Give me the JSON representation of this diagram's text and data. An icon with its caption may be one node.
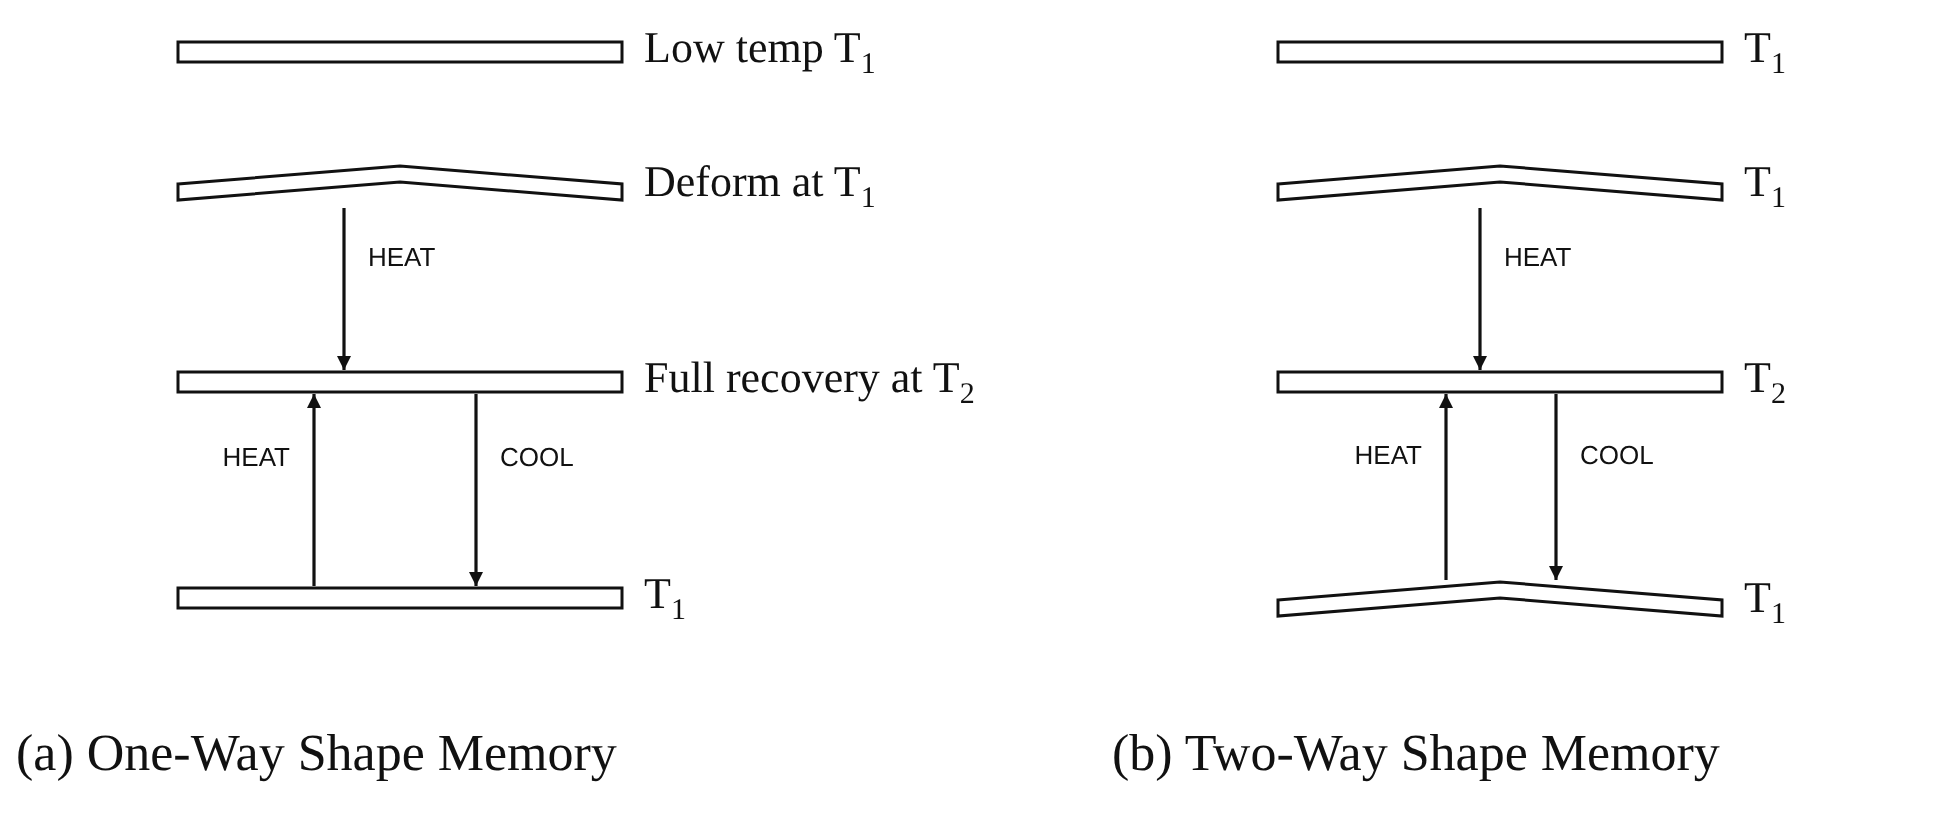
{
  "diagram": {
    "nodes": [
      {
        "text": [],
        "shape": "bar",
        "beside": [
          "Low temp T$_{1}$"
        ]
      },
      {
        "text": [],
        "shape": "bar",
        "beside": [
          "Deform at T$_{1}$"
        ]
      },
      {
        "text": [],
        "shape": "bar",
        "beside": [
          "Full recovery at T$_{2}$"
        ]
      },
      {
        "text": [],
        "shape": "bar",
        "beside": [
          "T$_{1}$"
        ]
      },
      {
        "text": [],
        "shape": "bar",
        "beside": [
          "T$_{1}$"
        ]
      },
      {
        "text": [],
        "shape": "bar",
        "beside": [
          "T$_{1}$"
        ]
      },
      {
        "text": [],
        "shape": "bar",
        "beside": [
          "T$_{2}$"
        ]
      },
      {
        "text": [],
        "shape": "bar",
        "beside": [
          "T$_{1}$"
        ]
      }
    ],
    "edges": [
      {
        "from": 1,
        "to": 2,
        "arrow": "to",
        "label": "HEAT"
      },
      {
        "from": 3,
        "to": 2,
        "arrow": "to",
        "label": "HEAT"
      },
      {
        "from": 2,
        "to": 3,
        "arrow": "to",
        "label": "COOL"
      },
      {
        "from": 5,
        "to": 6,
        "arrow": "to",
        "label": "HEAT"
      },
      {
        "from": 7,
        "to": 6,
        "arrow": "to",
        "label": "HEAT"
      },
      {
        "from": 6,
        "to": 7,
        "arrow": "to",
        "label": "COOL"
      }
    ],
    "labels": [
      "(a) One-Way Shape Memory",
      "(b) Two-Way Shape Memory"
    ]
  }
}
